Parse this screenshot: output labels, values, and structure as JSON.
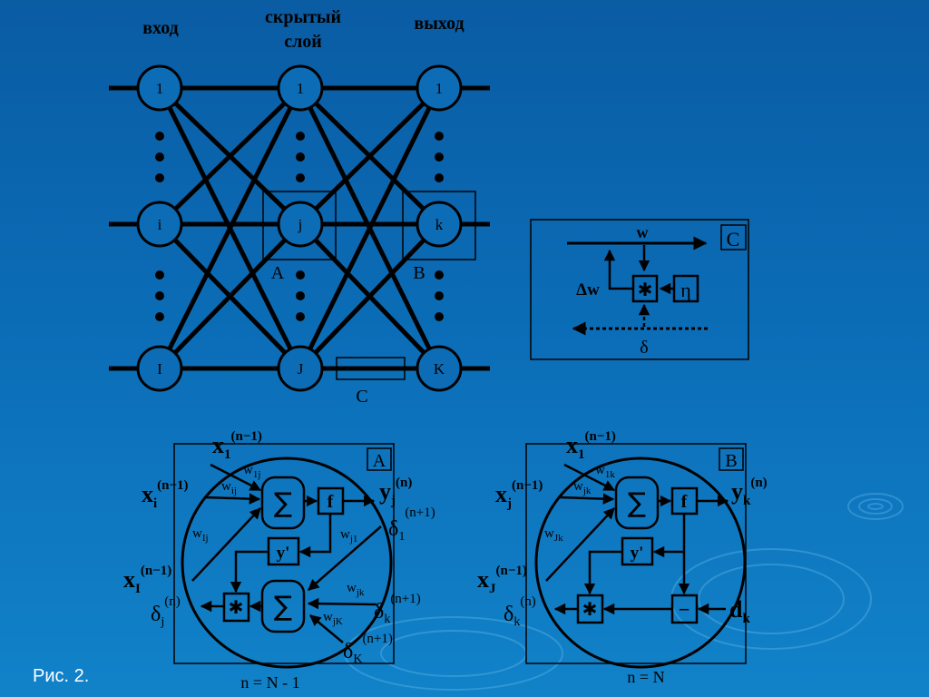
{
  "caption": "Рис. 2.",
  "network": {
    "col_input": "вход",
    "col_hidden_1": "скрытый",
    "col_hidden_2": "слой",
    "col_output": "выход",
    "input_nodes": [
      "1",
      "i",
      "I"
    ],
    "hidden_nodes": [
      "1",
      "j",
      "J"
    ],
    "output_nodes": [
      "1",
      "k",
      "K"
    ],
    "box_a": "A",
    "box_b": "B",
    "box_c": "C"
  },
  "panel_c": {
    "letter": "C",
    "w": "w",
    "dw": "Δw",
    "eta": "η",
    "mult": "✱",
    "delta": "δ"
  },
  "panel_a": {
    "letter": "A",
    "x1": "x",
    "x1_sub": "1",
    "x1_sup": "(n−1)",
    "xi": "x",
    "xi_sub": "i",
    "xi_sup": "(n−1)",
    "xI": "x",
    "xI_sub": "I",
    "xI_sup": "(n−1)",
    "w1j": "w",
    "w1j_sub": "1j",
    "wij": "w",
    "wij_sub": "ij",
    "wIj": "w",
    "wIj_sub": "Ij",
    "sum": "∑",
    "f": "f",
    "yprime": "y'",
    "mult": "✱",
    "yj": "y",
    "yj_sub": "j",
    "yj_sup": "(n)",
    "d1": "δ",
    "d1_sub": "1",
    "d1_sup": "(n+1)",
    "wj1": "w",
    "wj1_sub": "j1",
    "wjk": "w",
    "wjk_sub": "jk",
    "wjK": "w",
    "wjK_sub": "jK",
    "dk": "δ",
    "dk_sub": "k",
    "dk_sup": "(n+1)",
    "dK": "δ",
    "dK_sub": "K",
    "dK_sup": "(n+1)",
    "dj": "δ",
    "dj_sub": "j",
    "dj_sup": "(n)",
    "n_label": "n = N - 1"
  },
  "panel_b": {
    "letter": "B",
    "x1": "x",
    "x1_sub": "1",
    "x1_sup": "(n−1)",
    "xj": "x",
    "xj_sub": "j",
    "xj_sup": "(n−1)",
    "xJ": "x",
    "xJ_sub": "J",
    "xJ_sup": "(n−1)",
    "w1k": "w",
    "w1k_sub": "1k",
    "wjk": "w",
    "wjk_sub": "jk",
    "wJk": "w",
    "wJk_sub": "Jk",
    "sum": "∑",
    "f": "f",
    "yprime": "y'",
    "mult": "✱",
    "minus": "−",
    "yk": "y",
    "yk_sub": "k",
    "yk_sup": "(n)",
    "dk": "δ",
    "dk_sub": "k",
    "dk_sup": "(n)",
    "d": "d",
    "d_sub": "k",
    "n_label": "n = N"
  }
}
